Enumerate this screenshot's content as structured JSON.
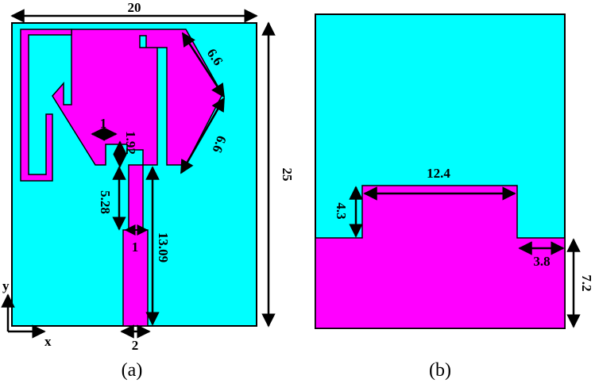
{
  "colors": {
    "substrate": "#00FFFF",
    "copper": "#FF00FF",
    "outline": "#000000"
  },
  "front_view": {
    "caption": "(a)",
    "dims": {
      "width": "20",
      "height": "25",
      "side_upper": "6.6",
      "side_lower": "6.6",
      "slot_width": "1",
      "slot_depth": "1.92",
      "stub_length": "5.28",
      "gap_width": "1",
      "feed_length": "13.09",
      "feed_width": "2"
    },
    "axes": {
      "x": "x",
      "y": "y"
    }
  },
  "back_view": {
    "caption": "(b)",
    "dims": {
      "step_width": "12.4",
      "step_height": "4.3",
      "notch": "3.8",
      "ground_height": "7.2"
    }
  }
}
